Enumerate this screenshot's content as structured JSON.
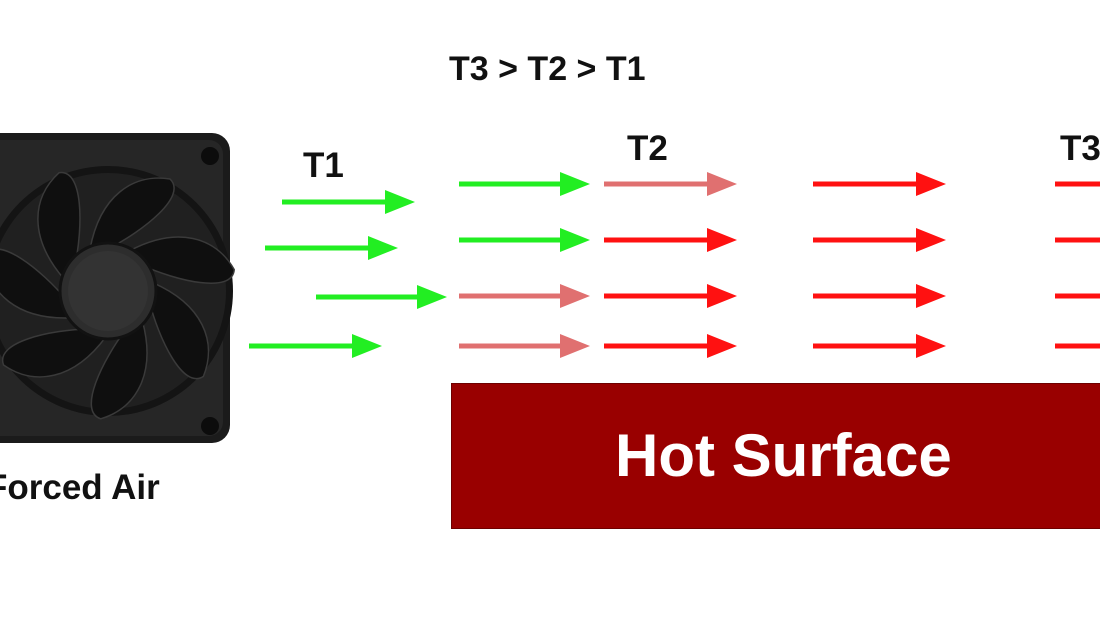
{
  "relation": "T3 > T2 > T1",
  "labels": {
    "t1": "T1",
    "t2": "T2",
    "t3": "T3"
  },
  "fan_label": "Forced Air",
  "surface_label": "Hot Surface",
  "colors": {
    "cool": "#22ee22",
    "warm": "#e07070",
    "hot": "#ff1111",
    "surface": "#990000",
    "fan": "#1b1b1b"
  },
  "icons": [
    "fan-icon",
    "arrow-icon"
  ],
  "arrow_groups": [
    {
      "name": "t1-arrows",
      "temps": [
        "cool",
        "cool",
        "cool",
        "cool"
      ]
    },
    {
      "name": "mid-arrows",
      "temps": [
        "cool",
        "cool",
        "warm",
        "warm"
      ]
    },
    {
      "name": "t2-arrows",
      "temps": [
        "warm",
        "hot",
        "hot",
        "hot"
      ]
    },
    {
      "name": "downstream-arrows",
      "temps": [
        "hot",
        "hot",
        "hot",
        "hot"
      ]
    },
    {
      "name": "t3-arrows",
      "temps": [
        "hot",
        "hot",
        "hot",
        "hot"
      ]
    }
  ]
}
